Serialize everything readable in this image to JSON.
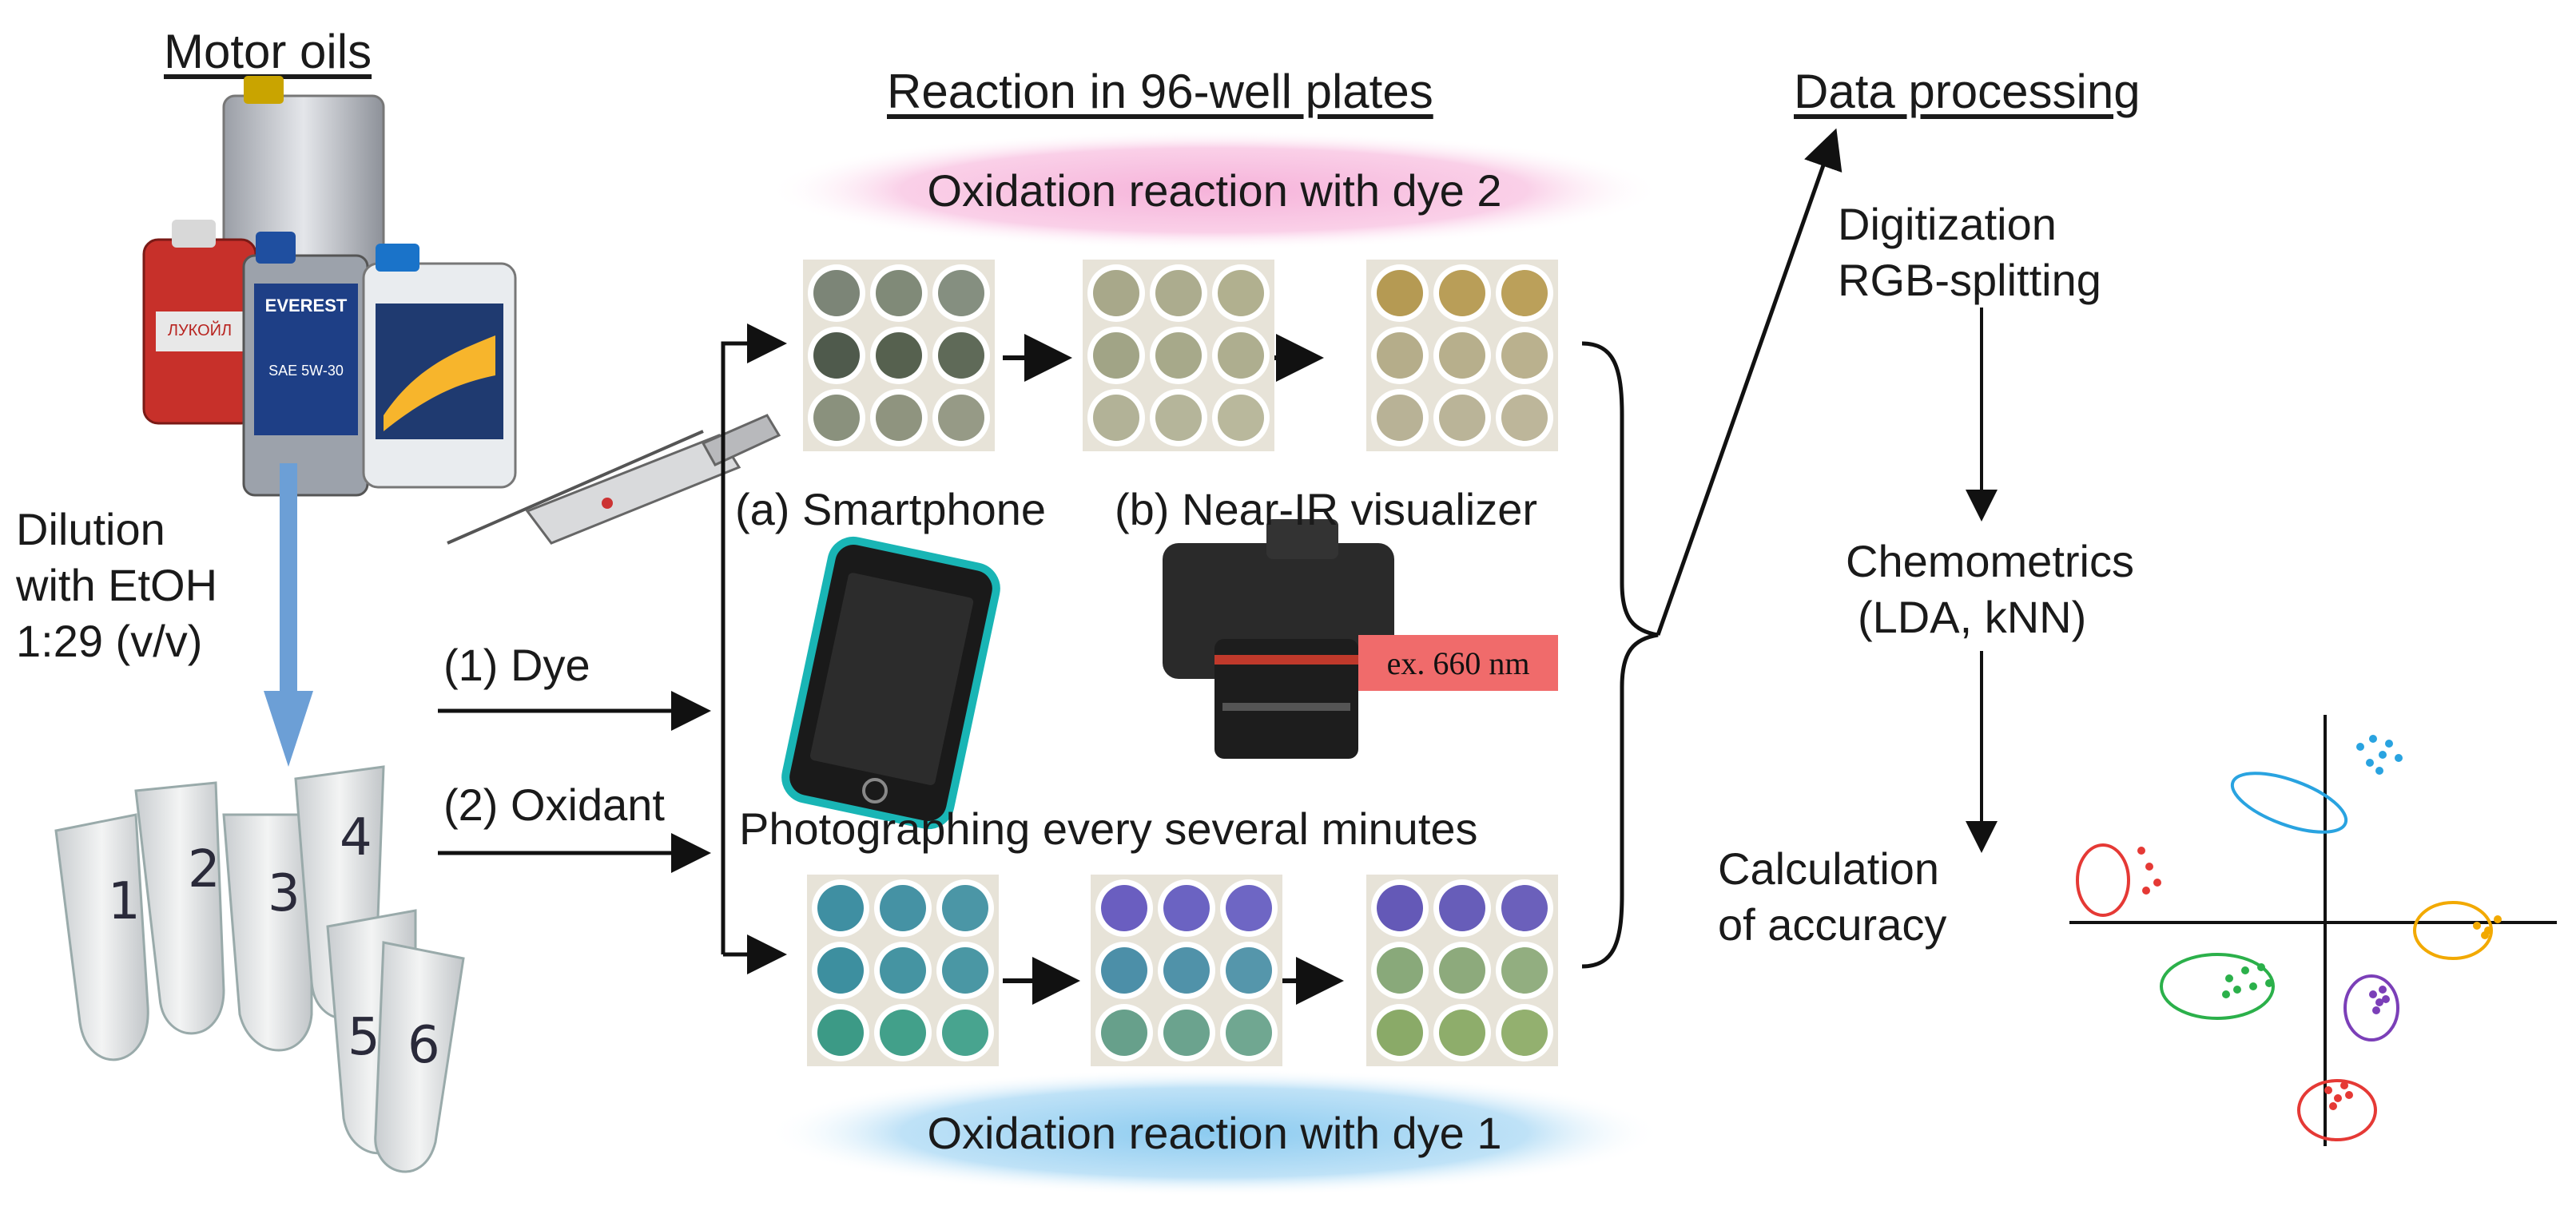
{
  "headings": {
    "motor_oils": "Motor oils",
    "reaction": "Reaction in 96-well plates",
    "data_processing": "Data processing"
  },
  "dilution": {
    "line1": "Dilution",
    "line2": "with EtOH",
    "line3": "1:29 (v/v)"
  },
  "tube_numbers": [
    "1",
    "2",
    "3",
    "4",
    "5",
    "6"
  ],
  "steps": {
    "dye": "(1) Dye",
    "oxidant": "(2) Oxidant"
  },
  "reactions": {
    "dye2": "Oxidation reaction with dye 2",
    "dye1": "Oxidation reaction with dye 1"
  },
  "devices": {
    "smartphone": "(a) Smartphone",
    "nearir": "(b) Near-IR visualizer",
    "excitation": "ex. 660 nm"
  },
  "photographing": "Photographing every several minutes",
  "processing_steps": {
    "digitization": "Digitization",
    "rgb": "RGB-splitting",
    "chemometrics": "Chemometrics",
    "methods": "(LDA, kNN)",
    "calc1": "Calculation",
    "calc2": "of accuracy"
  },
  "bottle_labels": [
    "EVEREST",
    "ЛУКОЙЛ",
    "SAE 5W-30"
  ],
  "colors": {
    "dye2_ellipse": "#f7b6dc",
    "dye1_ellipse": "#9fd3f2",
    "arrow_blue": "#6c9fd6",
    "badge": "#f06b6b",
    "cluster_red": "#e53935",
    "cluster_blue": "#29a3e0",
    "cluster_green": "#2bb04a",
    "cluster_purple": "#7b3fb8",
    "cluster_orange": "#f2a900"
  },
  "plates": {
    "top": [
      [
        "#7c8577",
        "#808a78",
        "#858f80",
        "#4f5a4c",
        "#56614f",
        "#5f6a58",
        "#8a917d",
        "#8f947f",
        "#969a86"
      ],
      [
        "#a8a88a",
        "#acac8e",
        "#b1b08f",
        "#a1a486",
        "#a7a98a",
        "#aeae8f",
        "#b2b297",
        "#b5b59a",
        "#b9b89c"
      ],
      [
        "#b59a53",
        "#b99e58",
        "#bba05a",
        "#b5ad8a",
        "#b7af8c",
        "#bab18e",
        "#b8b296",
        "#bab498",
        "#bdb69a"
      ]
    ],
    "bottom": [
      [
        "#3f8fa2",
        "#4592a4",
        "#4b96a6",
        "#3d8f9f",
        "#4594a2",
        "#4a97a4",
        "#3c9a86",
        "#42a08a",
        "#48a48f"
      ],
      [
        "#6a5ec0",
        "#6b63c2",
        "#6e66c4",
        "#4c8fa8",
        "#5092a9",
        "#5596ab",
        "#67a08b",
        "#6ba38e",
        "#70a791"
      ],
      [
        "#6459b7",
        "#675db9",
        "#6b60bb",
        "#89a97a",
        "#8daa7c",
        "#92ae80",
        "#8aaa68",
        "#8ead6b",
        "#93b06f"
      ]
    ]
  },
  "clusters": [
    {
      "color": "#29a3e0",
      "points": [
        [
          0.22,
          1.1
        ],
        [
          0.3,
          1.15
        ],
        [
          0.36,
          1.05
        ],
        [
          0.28,
          1.0
        ],
        [
          0.4,
          1.12
        ],
        [
          0.46,
          1.03
        ],
        [
          0.34,
          0.95
        ]
      ]
    },
    {
      "color": "#e53935",
      "points": [
        [
          -1.15,
          0.45
        ],
        [
          -1.1,
          0.35
        ],
        [
          -1.05,
          0.25
        ],
        [
          -1.12,
          0.2
        ]
      ]
    },
    {
      "color": "#f2a900",
      "points": [
        [
          0.95,
          -0.02
        ],
        [
          1.02,
          -0.05
        ],
        [
          1.08,
          0.02
        ],
        [
          1.0,
          -0.08
        ]
      ]
    },
    {
      "color": "#2bb04a",
      "points": [
        [
          -0.6,
          -0.35
        ],
        [
          -0.5,
          -0.3
        ],
        [
          -0.4,
          -0.28
        ],
        [
          -0.45,
          -0.4
        ],
        [
          -0.55,
          -0.42
        ],
        [
          -0.35,
          -0.38
        ],
        [
          -0.62,
          -0.45
        ]
      ]
    },
    {
      "color": "#7b3fb8",
      "points": [
        [
          0.3,
          -0.45
        ],
        [
          0.34,
          -0.5
        ],
        [
          0.36,
          -0.42
        ],
        [
          0.32,
          -0.55
        ],
        [
          0.38,
          -0.48
        ]
      ]
    },
    {
      "color": "#e53935",
      "points": [
        [
          0.02,
          -1.05
        ],
        [
          0.08,
          -1.1
        ],
        [
          0.12,
          -1.02
        ],
        [
          0.05,
          -1.15
        ],
        [
          0.15,
          -1.08
        ]
      ]
    }
  ]
}
